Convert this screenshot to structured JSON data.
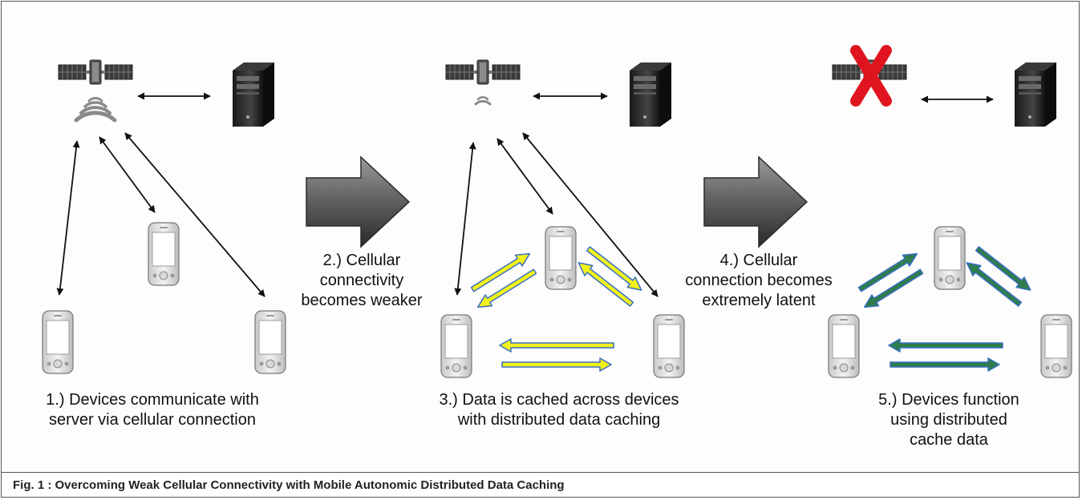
{
  "steps": [
    {
      "line1": "1.) Devices communicate with",
      "line2": "server via cellular connection"
    },
    {
      "line1": "2.) Cellular",
      "line2": "connectivity",
      "line3": "becomes weaker"
    },
    {
      "line1": "3.) Data is cached across devices",
      "line2": "with distributed data caching"
    },
    {
      "line1": "4.) Cellular",
      "line2": "connection becomes",
      "line3": "extremely latent"
    },
    {
      "line1": "5.) Devices function",
      "line2": "using distributed",
      "line3": "cache data"
    }
  ],
  "caption": "Fig. 1 : Overcoming Weak Cellular Connectivity with Mobile Autonomic Distributed Data Caching",
  "colors": {
    "cache_arrow_fill_yellow": "#f2f21a",
    "cache_arrow_fill_green": "#2e7d4a",
    "cache_arrow_outline": "#3a6fc4",
    "disconnect_x": "#e0141e",
    "transition_arrow": "#5a5a5a"
  }
}
